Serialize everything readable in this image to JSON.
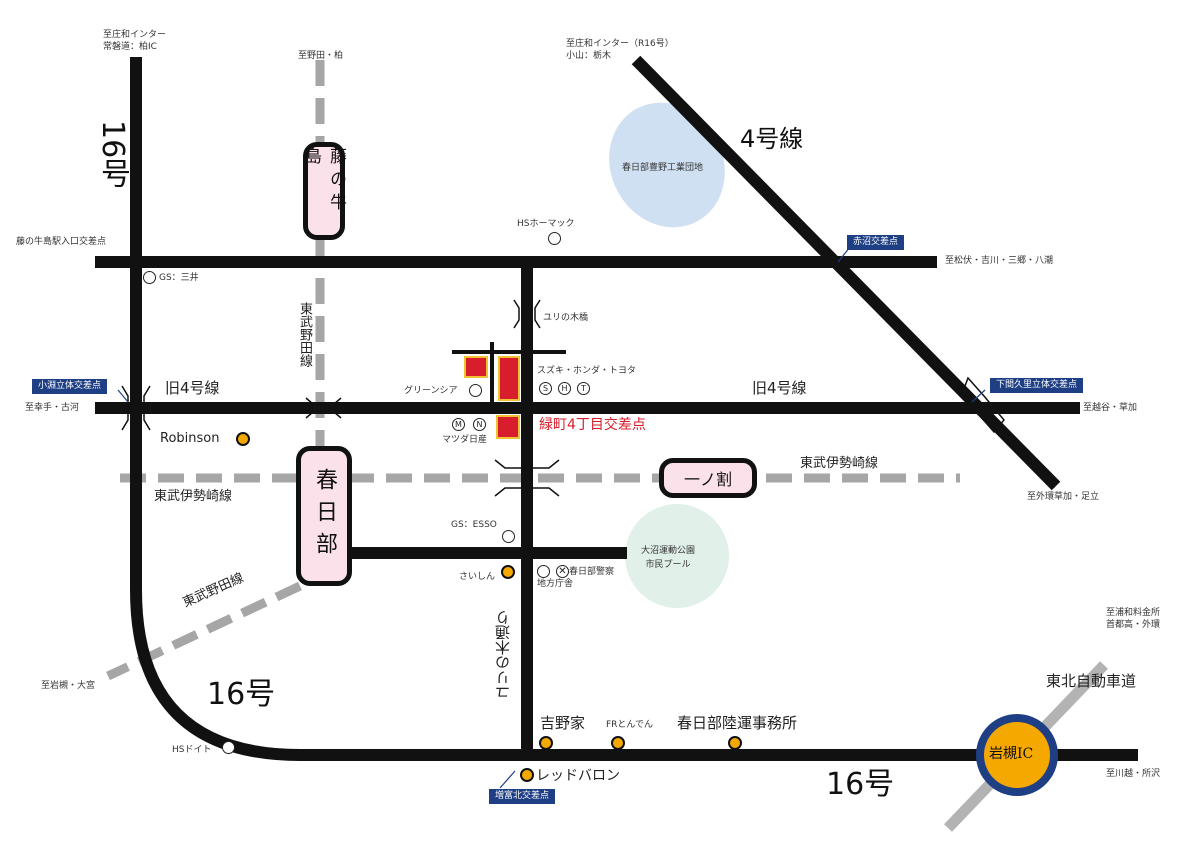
{
  "colors": {
    "road": "#111111",
    "railway": "#a6a6a6",
    "station_fill": "#fbe1ea",
    "park_pond": "#cfe0f3",
    "park_green": "#e2f0ea",
    "highlight_red": "#d81d2c",
    "building_red": "#d81d2c",
    "building_border": "#f1c232",
    "badge_blue": "#1f3f85",
    "ic_ring": "#1f3f85",
    "poi_orange": "#f5a800"
  },
  "routes": {
    "r16_top": "16号",
    "r16_bottom_left": "16号",
    "r16_bottom_right": "16号",
    "line4": "4号線",
    "old4_left": "旧4号線",
    "old4_right": "旧4号線",
    "yurinoki": "ユリの木通り",
    "tohoku": "東北自動車道"
  },
  "railways": {
    "noda_upper": "東武野田線",
    "noda_lower": "東武野田線",
    "isesaki_left": "東武伊勢崎線",
    "isesaki_right": "東武伊勢崎線"
  },
  "stations": {
    "fujinoushijima": "藤の牛島",
    "kasukabe": "春日部",
    "ichinowari": "一ノ割",
    "iwatsuki_ic": "岩槻IC"
  },
  "directions": {
    "top_left": "至庄和インター\n常磐道：柏IC",
    "noda_kashiwa": "至野田・柏",
    "top_right": "至庄和インター（R16号）\n小山：栃木",
    "matsubushi": "至松伏・吉川・三郷・八潮",
    "koshigaya_soka": "至越谷・草加",
    "gaikan": "至外環草加・足立",
    "satte_koga": "至幸手・古河",
    "iwatsuki_omiya": "至岩槻・大宮",
    "urawa": "至浦和料金所\n首都高・外環",
    "kawagoe": "至川越・所沢"
  },
  "intersections": {
    "fujinoushijima_eki": "藤の牛島駅入口交差点",
    "akanuma": "赤沼交差点",
    "konuma": "小淵立体交差点",
    "shimomakuri": "下間久里立体交差点",
    "masutomi": "増富北交差点",
    "midori4": "緑町4丁目交差点"
  },
  "places": {
    "hs_homac": "HSホーマック",
    "gs_mitsui": "GS：三井",
    "industrial": "春日部豊野工業団地",
    "yurinoki_bridge": "ユリの木橋",
    "dealers": "スズキ・ホンダ・トヨタ",
    "green_sia": "グリーンシア",
    "mazda_nissan": "マツダ日産",
    "robinson": "Robinson",
    "gs_esso": "GS：ESSO",
    "saishin": "さいしん",
    "local_office": "地方庁舎",
    "police": "春日部警察",
    "park": "大沼運動公園\n市民プール",
    "yoshinoya": "吉野家",
    "fr_tonden": "FRとんでん",
    "land_transport": "春日部陸運事務所",
    "red_baron": "レッドバロン",
    "hs_doit": "HSドイト"
  },
  "symbols": {
    "S": "S",
    "H": "H",
    "T": "T",
    "M": "M",
    "N": "N"
  }
}
